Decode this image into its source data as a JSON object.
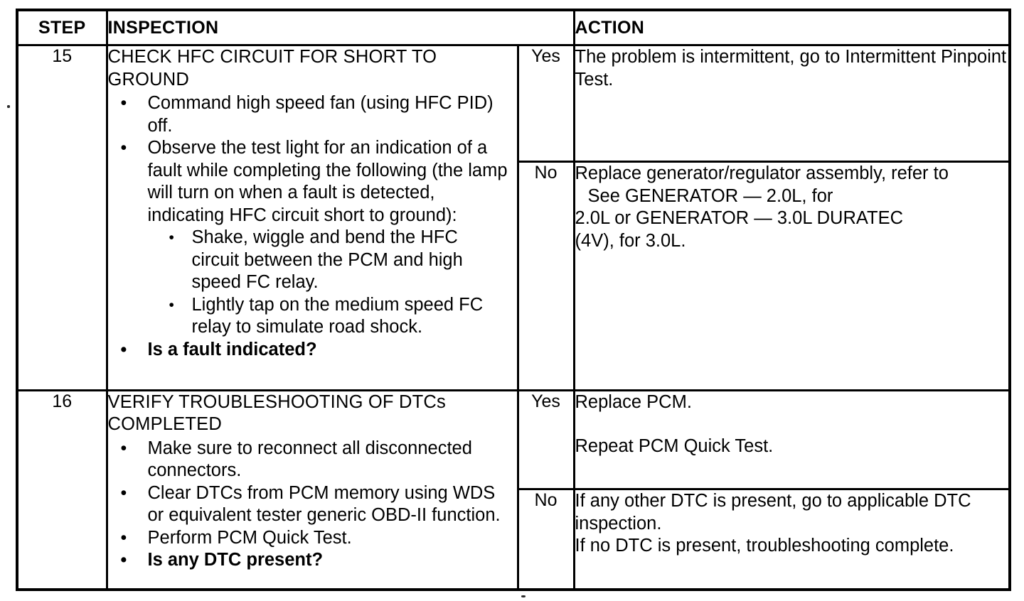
{
  "table": {
    "headers": {
      "step": "STEP",
      "inspection": "INSPECTION",
      "action": "ACTION"
    },
    "rows": [
      {
        "step": "15",
        "inspection": {
          "title": "CHECK HFC CIRCUIT FOR SHORT TO GROUND",
          "bullets": [
            {
              "marker": "•",
              "text": "Command high speed fan (using HFC PID) off.",
              "bold": false
            },
            {
              "marker": "•",
              "text": "Observe the test light for an indication of a fault while completing the following (the lamp will turn on when a fault is detected, indicating HFC circuit short to ground):",
              "bold": false,
              "sub": [
                {
                  "marker": "•",
                  "text": "Shake, wiggle and bend the HFC circuit between the PCM and high speed FC relay."
                },
                {
                  "marker": "•",
                  "text": "Lightly tap on the medium speed FC relay to simulate road shock."
                }
              ]
            },
            {
              "marker": "•",
              "text": "Is a fault indicated?",
              "bold": true
            }
          ]
        },
        "branches": [
          {
            "answer": "Yes",
            "lines": [
              {
                "text": "The problem is intermittent, go to Intermittent Pinpoint Test.",
                "indent": false
              }
            ]
          },
          {
            "answer": "No",
            "lines": [
              {
                "text": "Replace generator/regulator assembly, refer to",
                "indent": false
              },
              {
                "text": "See GENERATOR — 2.0L, for",
                "indent": true
              },
              {
                "text": "2.0L or GENERATOR — 3.0L DURATEC",
                "indent": false
              },
              {
                "text": "(4V), for 3.0L.",
                "indent": false
              }
            ]
          }
        ]
      },
      {
        "step": "16",
        "inspection": {
          "title": "VERIFY TROUBLESHOOTING OF DTCs COMPLETED",
          "bullets": [
            {
              "marker": "•",
              "text": "Make sure to reconnect all disconnected connectors.",
              "bold": false
            },
            {
              "marker": "•",
              "text": "Clear DTCs from PCM memory using WDS or equivalent tester generic OBD-II function.",
              "bold": false
            },
            {
              "marker": "•",
              "text": "Perform PCM Quick Test.",
              "bold": false
            },
            {
              "marker": "•",
              "text": "Is any DTC present?",
              "bold": true
            }
          ]
        },
        "branches": [
          {
            "answer": "Yes",
            "lines": [
              {
                "text": "Replace PCM.",
                "indent": false
              },
              {
                "text": "",
                "indent": false
              },
              {
                "text": "Repeat PCM Quick Test.",
                "indent": false
              }
            ]
          },
          {
            "answer": "No",
            "lines": [
              {
                "text": "If any other DTC is present, go to applicable DTC inspection.",
                "indent": false
              },
              {
                "text": "If no DTC is present, troubleshooting complete.",
                "indent": false
              }
            ]
          }
        ]
      }
    ]
  },
  "colors": {
    "ink": "#000000",
    "paper": "#ffffff"
  }
}
